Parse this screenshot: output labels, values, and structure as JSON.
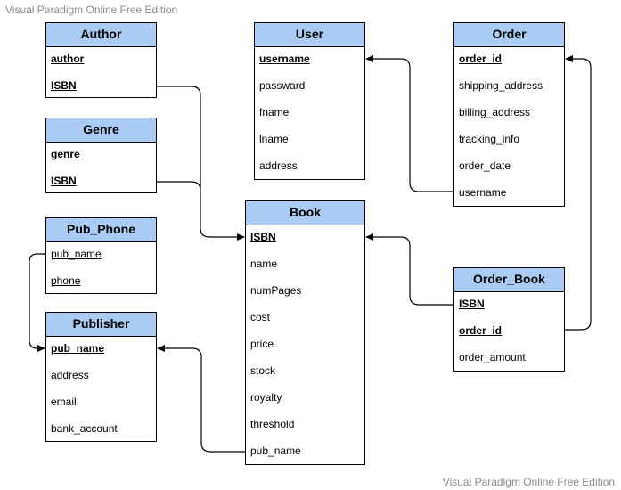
{
  "watermark": "Visual Paradigm Online Free Edition",
  "entities": {
    "author": {
      "title": "Author",
      "attrs": [
        "author",
        "ISBN"
      ]
    },
    "genre": {
      "title": "Genre",
      "attrs": [
        "genre",
        "ISBN"
      ]
    },
    "pub_phone": {
      "title": "Pub_Phone",
      "attrs": [
        "pub_name",
        "phone"
      ]
    },
    "publisher": {
      "title": "Publisher",
      "attrs": [
        "pub_name",
        "address",
        "email",
        "bank_account"
      ]
    },
    "user": {
      "title": "User",
      "attrs": [
        "username",
        "passward",
        "fname",
        "lname",
        "address"
      ]
    },
    "book": {
      "title": "Book",
      "attrs": [
        "ISBN",
        "name",
        "numPages",
        "cost",
        "price",
        "stock",
        "royalty",
        "threshold",
        "pub_name"
      ]
    },
    "order": {
      "title": "Order",
      "attrs": [
        "order_id",
        "shipping_address",
        "billing_address",
        "tracking_info",
        "order_date",
        "username"
      ]
    },
    "order_book": {
      "title": "Order_Book",
      "attrs": [
        "ISBN",
        "order_id",
        "order_amount"
      ]
    }
  },
  "colors": {
    "header": "#a9cbf4",
    "border": "#000000",
    "watermark": "#8a8a8a"
  }
}
